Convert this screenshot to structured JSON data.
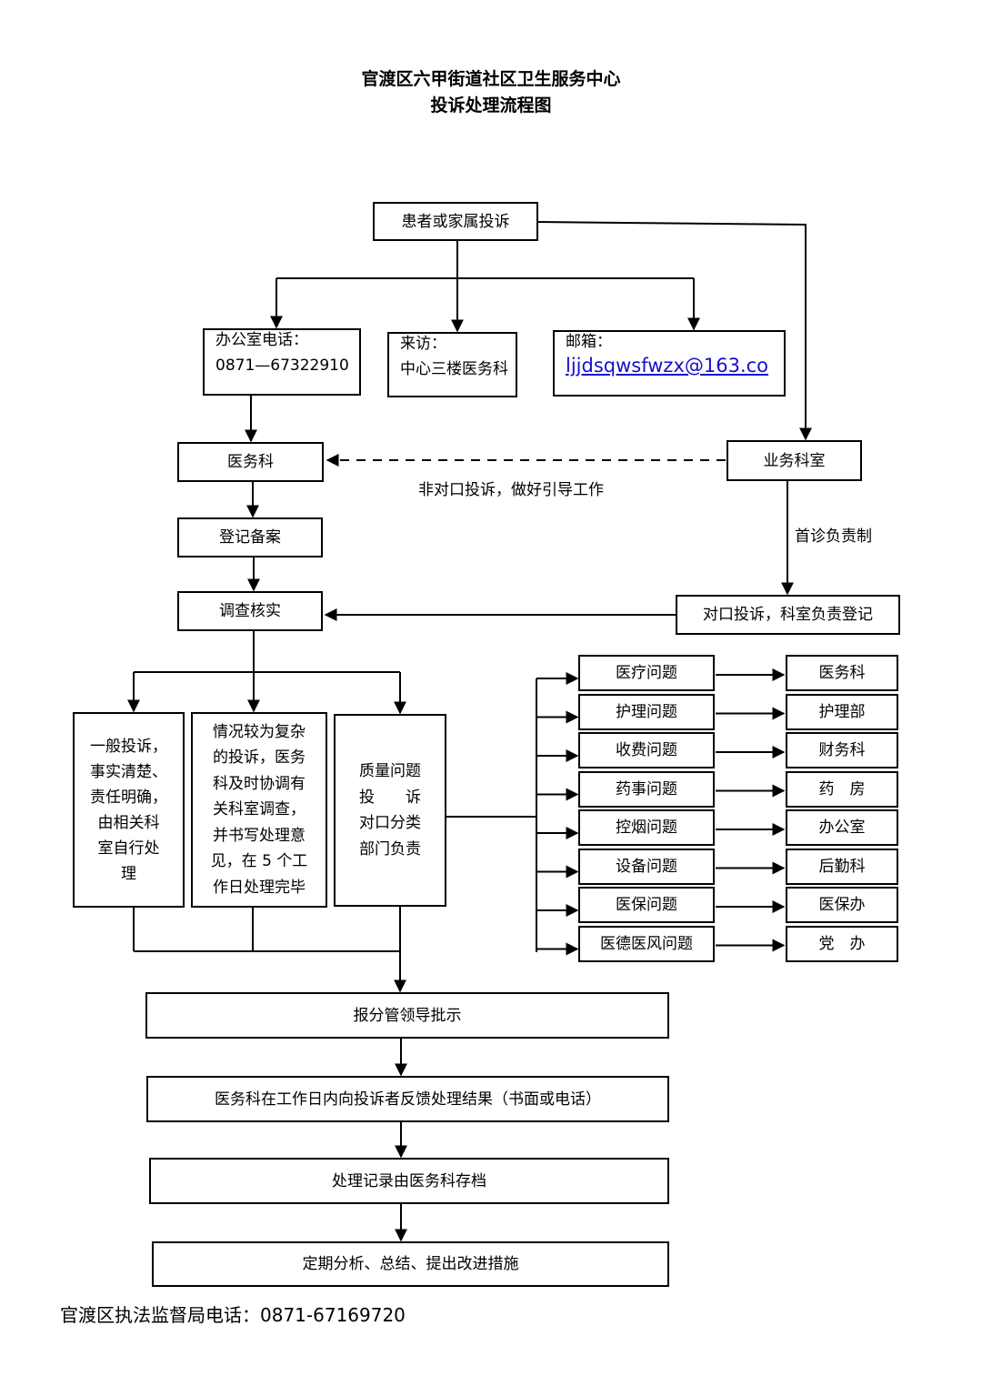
{
  "title": {
    "line1": "官渡区六甲街道社区卫生服务中心",
    "line2": "投诉处理流程图"
  },
  "nodes": {
    "complaint": "患者或家属投诉",
    "office_phone": {
      "line1": "办公室电话：",
      "line2": "0871—67322910"
    },
    "visit": {
      "line1": "来访：",
      "line2": "中心三楼医务科"
    },
    "email": {
      "line1": "邮箱：",
      "line2": "ljjdsqwsfwzx@163.co"
    },
    "medical_dept": "医务科",
    "business_dept": "业务科室",
    "register": "登记备案",
    "investigate": "调查核实",
    "matched_complaint": "对口投诉，科室负责登记",
    "general": [
      "一般投诉，",
      "事实清楚、",
      "责任明确，",
      "由相关科",
      "室自行处",
      "理"
    ],
    "complex": [
      "情况较为复杂",
      "的投诉，医务",
      "科及时协调有",
      "关科室调查，",
      "并书写处理意",
      "见，在 5 个工",
      "作日处理完毕"
    ],
    "quality": [
      "质量问题",
      "投　　诉",
      "对口分类",
      "部门负责"
    ],
    "approval": "报分管领导批示",
    "feedback": "医务科在工作日内向投诉者反馈处理结果（书面或电话）",
    "archive": "处理记录由医务科存档",
    "analysis": "定期分析、总结、提出改进措施"
  },
  "edge_labels": {
    "guide": "非对口投诉，做好引导工作",
    "first_visit": "首诊负责制"
  },
  "issues": [
    {
      "problem": "医疗问题",
      "dept": "医务科"
    },
    {
      "problem": "护理问题",
      "dept": "护理部"
    },
    {
      "problem": "收费问题",
      "dept": "财务科"
    },
    {
      "problem": "药事问题",
      "dept": "药　房"
    },
    {
      "problem": "控烟问题",
      "dept": "办公室"
    },
    {
      "problem": "设备问题",
      "dept": "后勤科"
    },
    {
      "problem": "医保问题",
      "dept": "医保办"
    },
    {
      "problem": "医德医风问题",
      "dept": "党　办"
    }
  ],
  "footer": "官渡区执法监督局电话：0871-67169720"
}
